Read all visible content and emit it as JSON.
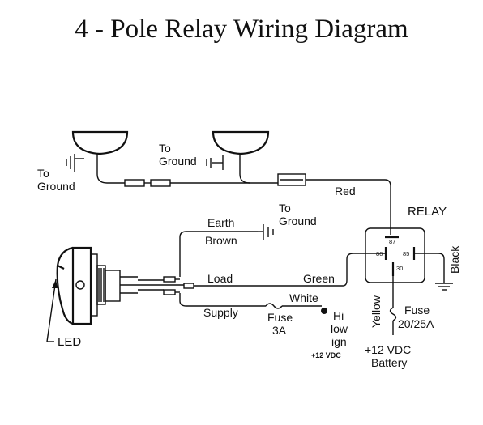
{
  "title": "4 - Pole Relay Wiring Diagram",
  "labels": {
    "to_ground_left_1": "To",
    "to_ground_left_2": "Ground",
    "to_ground_mid_1": "To",
    "to_ground_mid_2": "Ground",
    "to_ground_right_1": "To",
    "to_ground_right_2": "Ground",
    "red": "Red",
    "relay": "RELAY",
    "earth": "Earth",
    "brown": "Brown",
    "load": "Load",
    "green": "Green",
    "white": "White",
    "supply": "Supply",
    "fuse_3a_1": "Fuse",
    "fuse_3a_2": "3A",
    "hi_low_1": "Hi",
    "hi_low_2": "low",
    "hi_low_3": "ign",
    "plus12_small": "+12 VDC",
    "yellow": "Yellow",
    "black": "Black",
    "fuse_20_1": "Fuse",
    "fuse_20_2": "20/25A",
    "battery_1": "+12 VDC",
    "battery_2": "Battery",
    "led": "LED",
    "pin_87": "87",
    "pin_86": "86",
    "pin_85": "85",
    "pin_30": "30"
  }
}
